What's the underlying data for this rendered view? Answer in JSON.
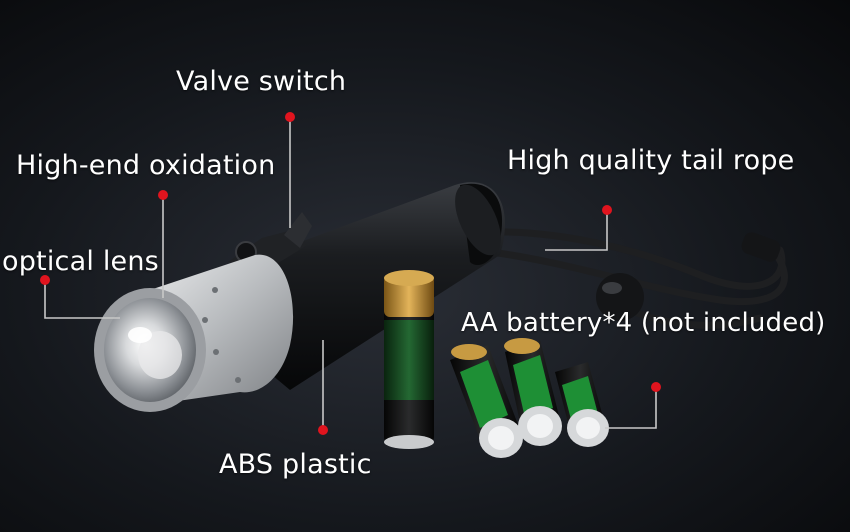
{
  "labels": {
    "valve_switch": "Valve switch",
    "oxidation": "High-end oxidation",
    "optical_lens": "optical lens",
    "tail_rope": "High quality tail rope",
    "battery": "AA battery*4 (not included)",
    "abs_plastic": "ABS plastic"
  },
  "colors": {
    "background": "#14171c",
    "marker": "#e0141e",
    "leader_line": "#c8c8c8",
    "label_text": "#ffffff",
    "flashlight_body": "#16181b",
    "bezel": "#c4c6c8",
    "battery_green": "#1d8a32",
    "battery_gold": "#c89a3a"
  }
}
